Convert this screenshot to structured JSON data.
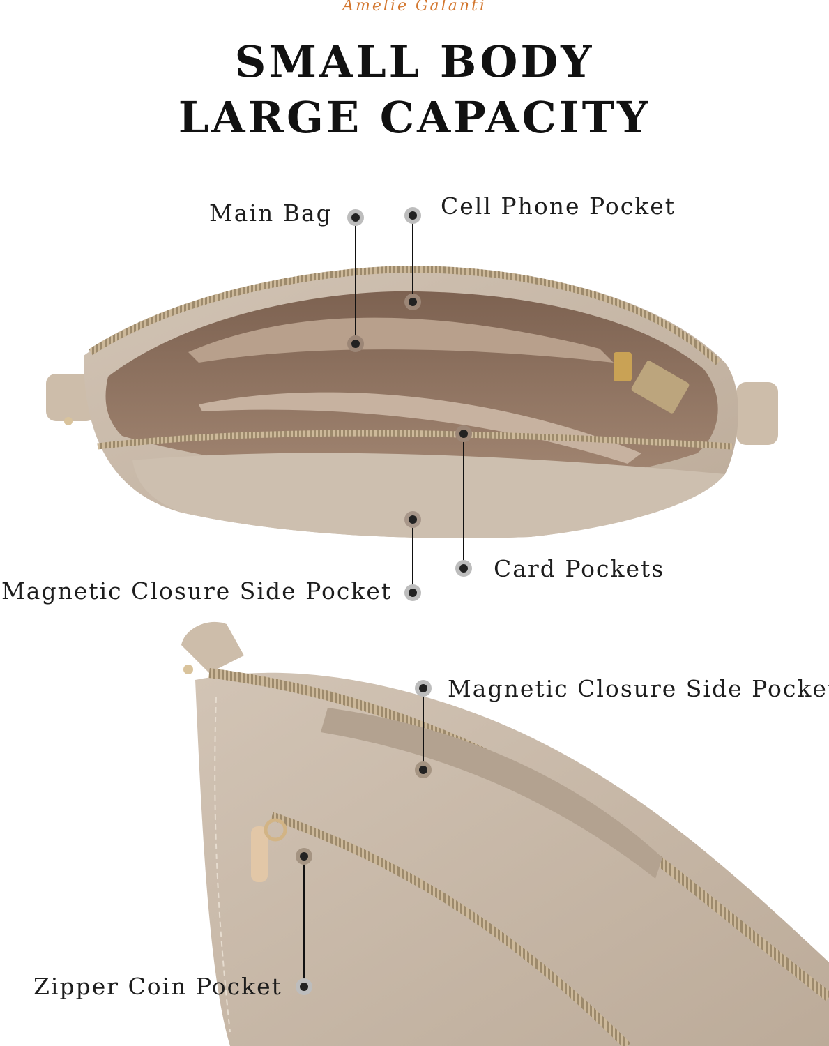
{
  "brand": "Amelie Galanti",
  "headline": {
    "line1": "SMALL BODY",
    "line2": "LARGE CAPACITY"
  },
  "callouts_top": {
    "main_bag": "Main Bag",
    "cell_phone_pocket": "Cell Phone Pocket",
    "card_pockets": "Card Pockets",
    "magnetic_closure": "Magnetic Closure Side Pocket"
  },
  "callouts_bottom": {
    "magnetic_closure": "Magnetic Closure Side Pocket",
    "zipper_coin_pocket": "Zipper Coin Pocket"
  },
  "colors": {
    "brand": "#d3772f",
    "leather": "#c9b9a8",
    "lining": "#8a6d58",
    "marker": "#3a3a3a"
  }
}
